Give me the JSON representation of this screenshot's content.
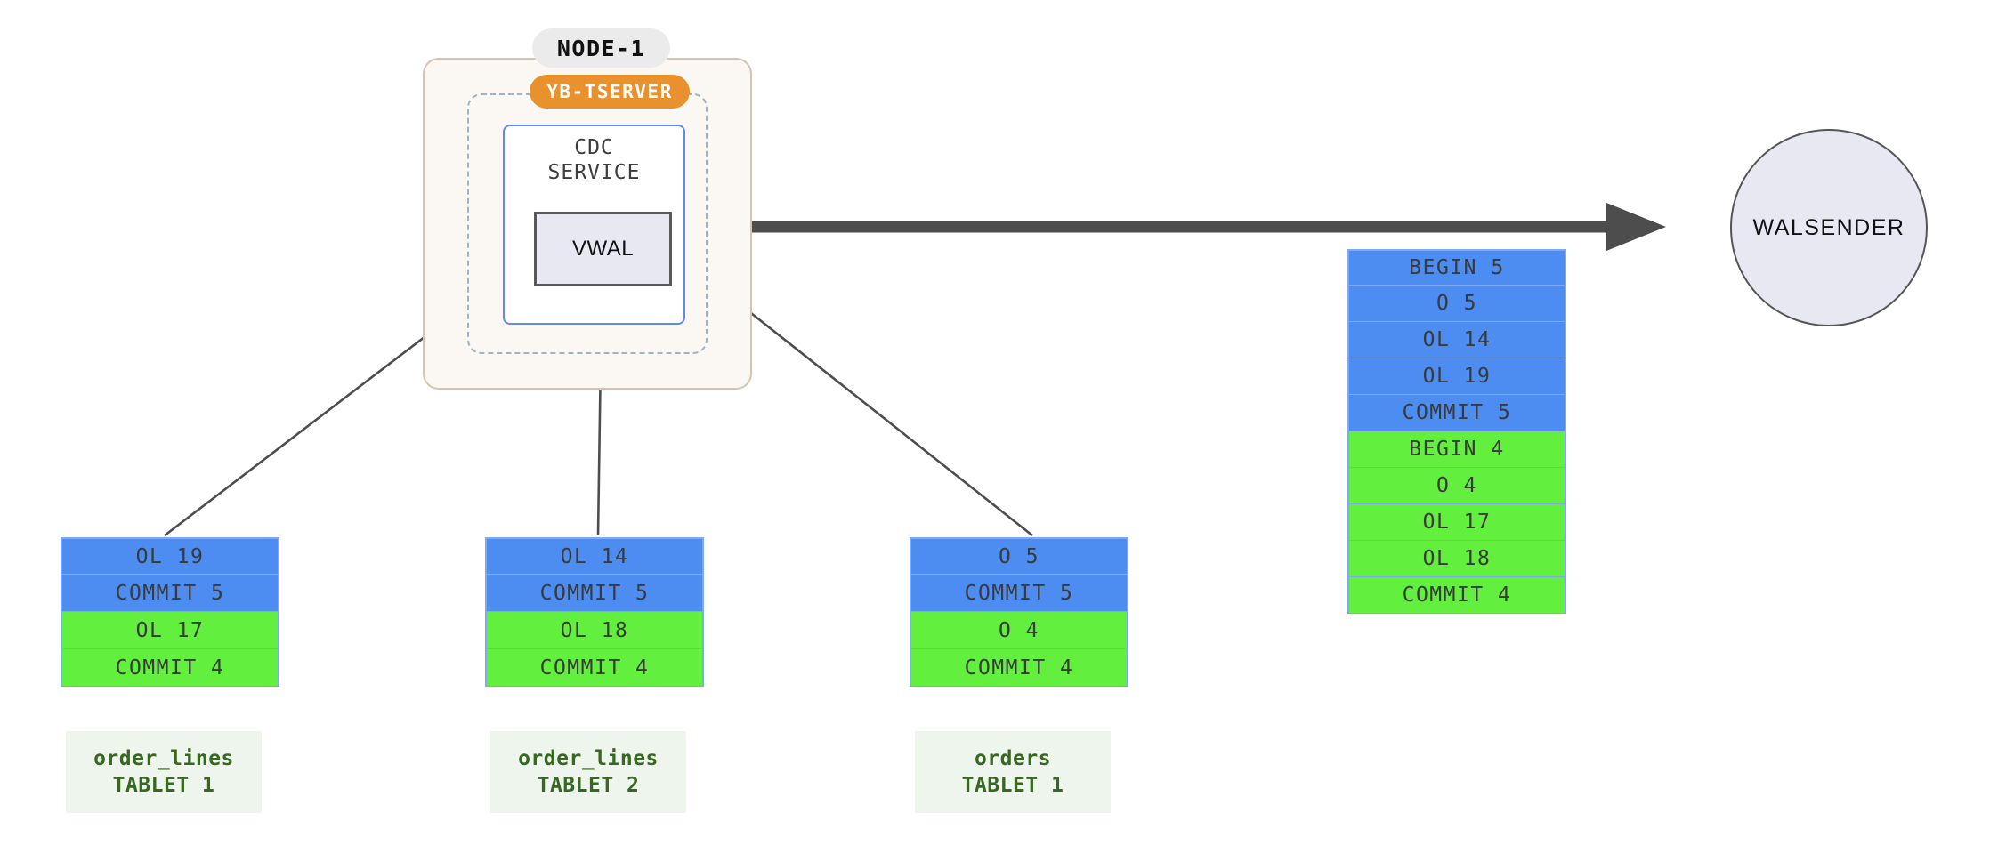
{
  "node": {
    "title": "NODE-1",
    "service_pill": "YB-TSERVER",
    "cdc_label_line1": "CDC",
    "cdc_label_line2": "SERVICE",
    "vwal_label": "VWAL"
  },
  "walsender": {
    "label": "WALSENDER"
  },
  "colors": {
    "blue_record": "#4d8cf0",
    "green_record": "#62ef3e",
    "record_border": "#7fa8ef",
    "node_border": "#d9c3b0",
    "node_fill": "#fbf8f3",
    "tserver_pill": "#e8912d",
    "cdc_border": "#5b8def",
    "vwal_fill": "#e8e8f3",
    "arrow": "#4d4d4d",
    "caption_text": "#36681f",
    "caption_fill": "#eef5ec"
  },
  "tablets": [
    {
      "table_name": "order_lines",
      "tablet_name": "TABLET 1",
      "records": [
        {
          "label": "OL 19",
          "color": "blue"
        },
        {
          "label": "COMMIT 5",
          "color": "blue"
        },
        {
          "label": "OL 17",
          "color": "green"
        },
        {
          "label": "COMMIT 4",
          "color": "green"
        }
      ]
    },
    {
      "table_name": "order_lines",
      "tablet_name": "TABLET 2",
      "records": [
        {
          "label": "OL 14",
          "color": "blue"
        },
        {
          "label": "COMMIT 5",
          "color": "blue"
        },
        {
          "label": "OL 18",
          "color": "green"
        },
        {
          "label": "COMMIT 4",
          "color": "green"
        }
      ]
    },
    {
      "table_name": "orders",
      "tablet_name": "TABLET 1",
      "records": [
        {
          "label": "O 5",
          "color": "blue"
        },
        {
          "label": "COMMIT 5",
          "color": "blue"
        },
        {
          "label": "O 4",
          "color": "green"
        },
        {
          "label": "COMMIT 4",
          "color": "green"
        }
      ]
    }
  ],
  "output_stream": {
    "records": [
      {
        "label": "BEGIN 5",
        "color": "blue"
      },
      {
        "label": "O 5",
        "color": "blue"
      },
      {
        "label": "OL 14",
        "color": "blue"
      },
      {
        "label": "OL 19",
        "color": "blue"
      },
      {
        "label": "COMMIT 5",
        "color": "blue"
      },
      {
        "label": "BEGIN 4",
        "color": "green"
      },
      {
        "label": "O 4",
        "color": "green"
      },
      {
        "label": "OL 17",
        "color": "green"
      },
      {
        "label": "OL 18",
        "color": "green"
      },
      {
        "label": "COMMIT 4",
        "color": "green"
      }
    ]
  }
}
